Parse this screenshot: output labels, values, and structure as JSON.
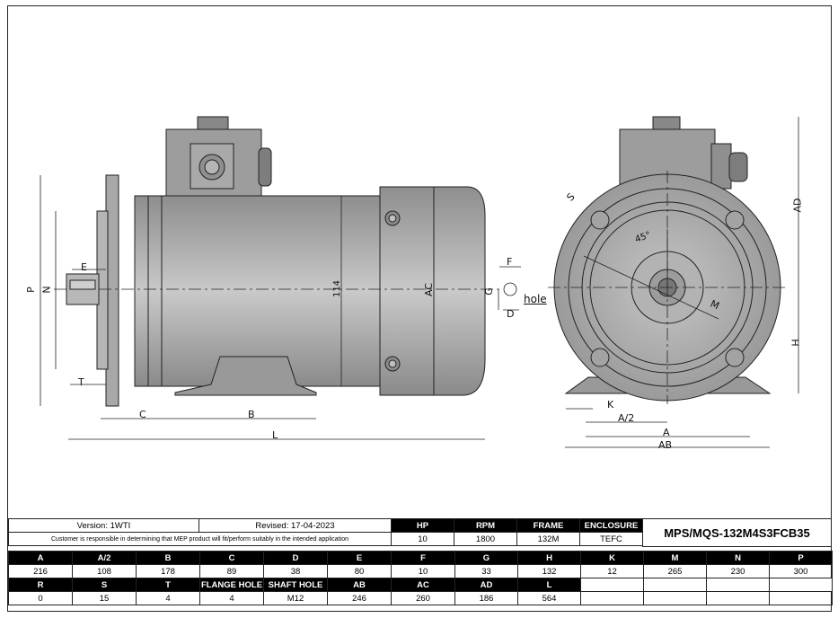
{
  "title_block": {
    "version": "Version: 1WTI",
    "revised": "Revised: 17-04-2023",
    "disclaimer": "Customer is responsible in determining that MEP product will fit/perform suitably in the intended application",
    "model": "MPS/MQS-132M4S3FCB35",
    "summary_headers": [
      "HP",
      "RPM",
      "FRAME",
      "ENCLOSURE"
    ],
    "summary_values": [
      "10",
      "1800",
      "132M",
      "TEFC"
    ]
  },
  "dimension_table": {
    "row1_headers": [
      "A",
      "A/2",
      "B",
      "C",
      "D",
      "E",
      "F",
      "G",
      "H",
      "K",
      "M",
      "N",
      "P"
    ],
    "row1_values": [
      "216",
      "108",
      "178",
      "89",
      "38",
      "80",
      "10",
      "33",
      "132",
      "12",
      "265",
      "230",
      "300"
    ],
    "row2_headers": [
      "R",
      "S",
      "T",
      "FLANGE HOLE",
      "SHAFT HOLE",
      "AB",
      "AC",
      "AD",
      "L",
      "",
      "",
      "",
      ""
    ],
    "row2_values": [
      "0",
      "15",
      "4",
      "4",
      "M12",
      "246",
      "260",
      "186",
      "564",
      "",
      "",
      "",
      ""
    ]
  },
  "drawing_labels": {
    "side_view": [
      "P",
      "N",
      "E",
      "T",
      "C",
      "B",
      "L",
      "114",
      "AC",
      "F",
      "G",
      "D",
      "hole"
    ],
    "front_view": [
      "S",
      "45°",
      "M",
      "K",
      "A/2",
      "A",
      "AB",
      "AD",
      "H"
    ]
  },
  "colors": {
    "motor_body": "#9e9e9e",
    "motor_light": "#c8c8c8",
    "line": "#111111",
    "header_bg": "#000000"
  }
}
